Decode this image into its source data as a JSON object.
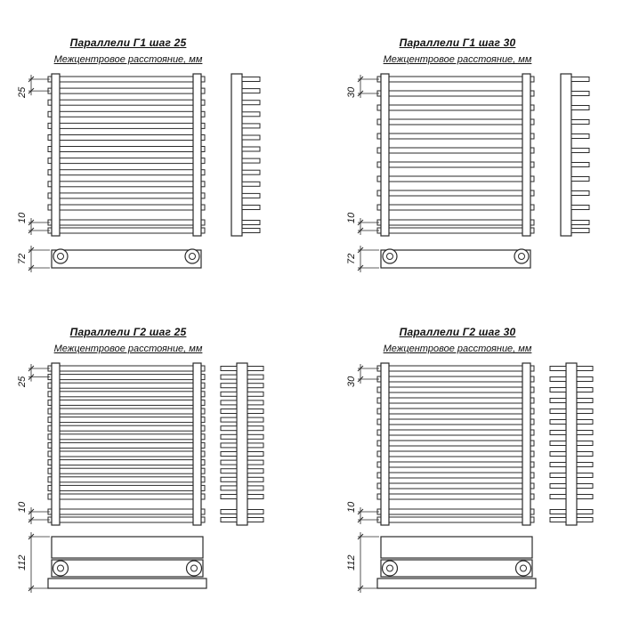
{
  "style": {
    "background": "#ffffff",
    "line_color": "#2a2a2a",
    "text_color": "#111111"
  },
  "panels": [
    {
      "title": "Параллели Г1 шаг 25",
      "subtitle": "Межцентровое расстояние, мм",
      "dim_step": "25",
      "dim_gap": "10",
      "dim_base": "72",
      "main_bars": 12,
      "bottom_bars": 2,
      "teeth": "right",
      "base": "single"
    },
    {
      "title": "Параллели Г1 шаг 30",
      "subtitle": "Межцентровое расстояние, мм",
      "dim_step": "30",
      "dim_gap": "10",
      "dim_base": "72",
      "main_bars": 10,
      "bottom_bars": 2,
      "teeth": "right",
      "base": "single"
    },
    {
      "title": "Параллели Г2 шаг 25",
      "subtitle": "Межцентровое расстояние, мм",
      "dim_step": "25",
      "dim_gap": "10",
      "dim_base": "112",
      "main_bars": 16,
      "bottom_bars": 2,
      "teeth": "both",
      "base": "double"
    },
    {
      "title": "Параллели Г2 шаг 30",
      "subtitle": "Межцентровое расстояние, мм",
      "dim_step": "30",
      "dim_gap": "10",
      "dim_base": "112",
      "main_bars": 13,
      "bottom_bars": 2,
      "teeth": "both",
      "base": "double"
    }
  ]
}
